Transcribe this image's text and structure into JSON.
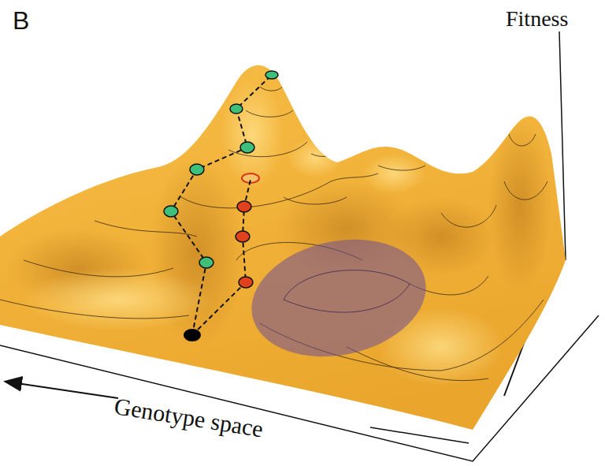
{
  "diagram": {
    "labels": [
      "B",
      "Fitness",
      "Genotype space"
    ]
  }
}
